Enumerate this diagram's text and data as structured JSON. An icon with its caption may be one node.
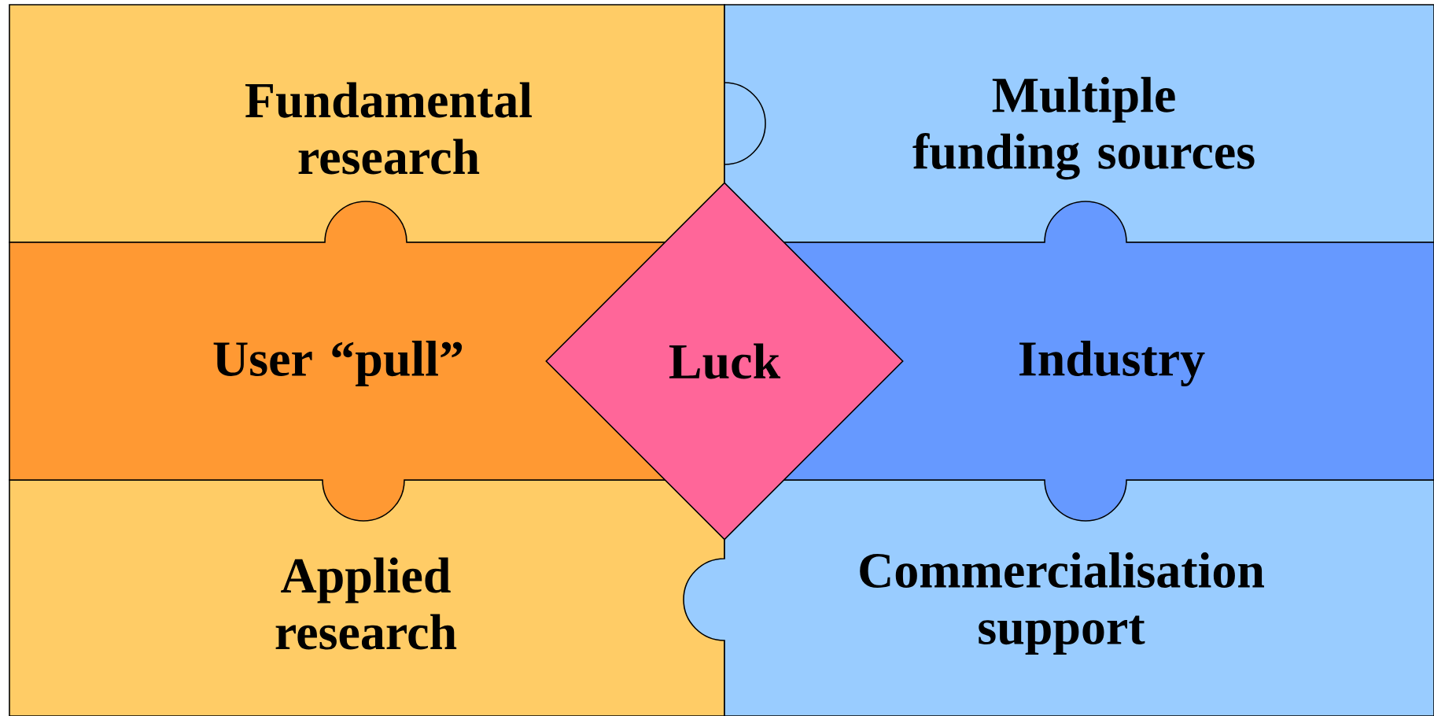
{
  "diagram": {
    "nodes": [
      {
        "text": [
          "Fundamental research"
        ]
      },
      {
        "text": [
          "Multiple funding sources"
        ]
      },
      {
        "text": [
          "User “pull”"
        ]
      },
      {
        "text": [
          "Luck"
        ]
      },
      {
        "text": [
          "Industry"
        ]
      },
      {
        "text": [
          "Applied research"
        ]
      },
      {
        "text": [
          "Commercialisation support"
        ]
      }
    ]
  }
}
